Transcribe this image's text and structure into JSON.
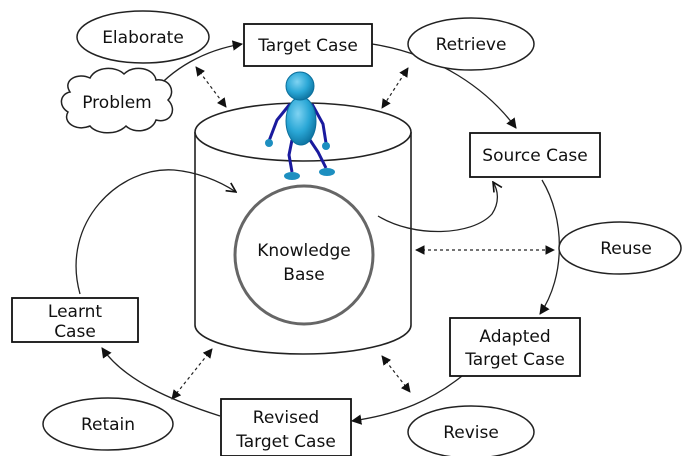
{
  "diagram": {
    "boxes": {
      "target_case": "Target Case",
      "source_case": "Source Case",
      "adapted_target_case": [
        "Adapted",
        "Target Case"
      ],
      "revised_target_case": [
        "Revised",
        "Target Case"
      ],
      "learnt_case": [
        "Learnt",
        "Case"
      ]
    },
    "ellipses": {
      "elaborate": "Elaborate",
      "retrieve": "Retrieve",
      "reuse": "Reuse",
      "revise": "Revise",
      "retain": "Retain"
    },
    "cloud": {
      "problem": "Problem"
    },
    "knowledge_base": [
      "Knowledge",
      "Base"
    ],
    "colors": {
      "figure": "#2aa7d6",
      "figure_dark": "#0b6f9c",
      "limbs": "#1a1a9e",
      "kb_circle": "#666666"
    }
  }
}
